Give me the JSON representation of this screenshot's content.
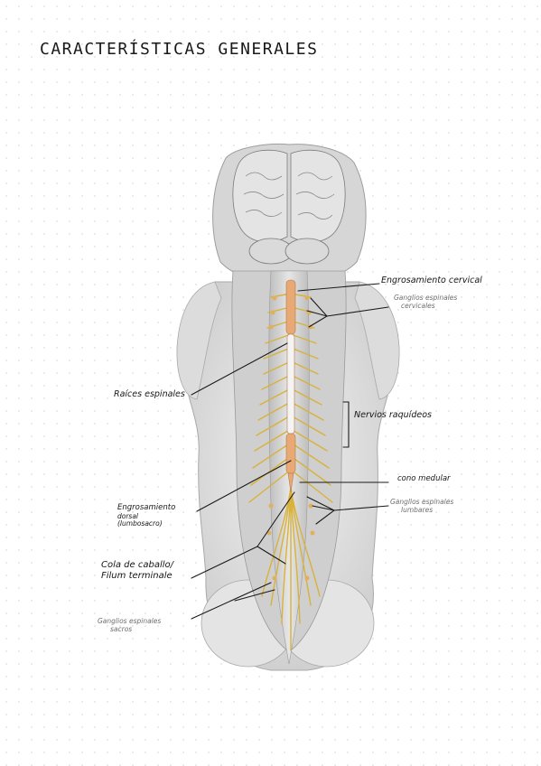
{
  "page": {
    "title": "CARACTERÍSTICAS GENERALES"
  },
  "labels": {
    "engrosamiento_cervical": "Engrosamiento cervical",
    "ganglios_cervicales": [
      "Ganglios espinales",
      "cervicales"
    ],
    "raices_espinales": "Raíces espinales",
    "nervios_raquideos": "Nervios raquídeos",
    "cono_medular": "cono medular",
    "ganglios_lumbares": [
      "Ganglios espinales",
      "lumbares"
    ],
    "engrosamiento_dorsal": [
      "Engrosamiento",
      "dorsal",
      "(lumbosacro)"
    ],
    "cola_de_caballo": [
      "Cola de caballo/",
      "Filum terminale"
    ],
    "ganglios_sacros": [
      "Ganglios espinales",
      "sacros"
    ]
  },
  "colors": {
    "background": "#ffffff",
    "spinal_cord": "#e8a974",
    "nerves": "#d8b23a",
    "body": "#e2e2e2",
    "label_dark": "#161616",
    "label_grey": "#6e6e6e"
  }
}
